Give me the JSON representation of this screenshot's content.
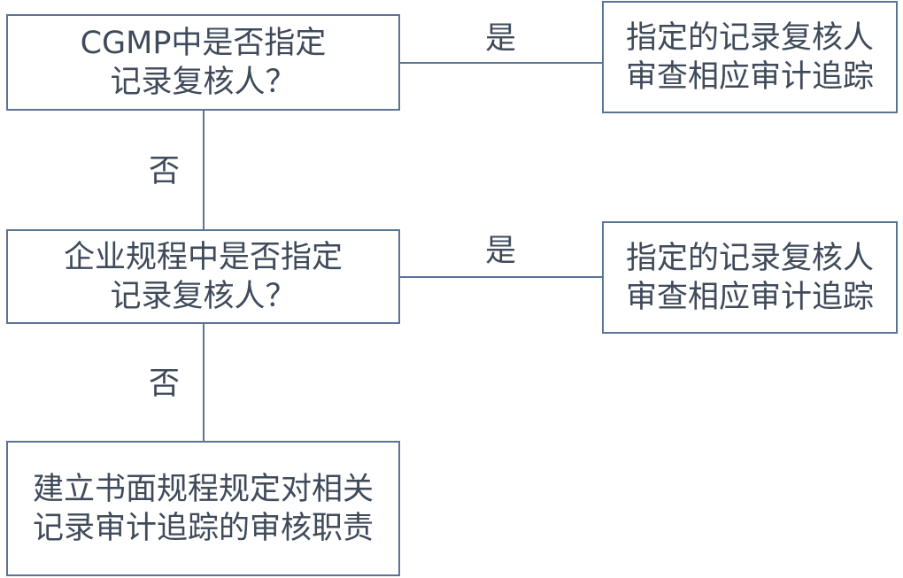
{
  "nodes": {
    "q1": {
      "line1": "CGMP中是否指定",
      "line2": "记录复核人？"
    },
    "r1": {
      "line1": "指定的记录复核人",
      "line2": "审查相应审计追踪"
    },
    "q2": {
      "line1": "企业规程中是否指定",
      "line2": "记录复核人？"
    },
    "r2": {
      "line1": "指定的记录复核人",
      "line2": "审查相应审计追踪"
    },
    "r3": {
      "line1": "建立书面规程规定对相关",
      "line2": "记录审计追踪的审核职责"
    }
  },
  "edges": {
    "q1_yes": "是",
    "q1_no": "否",
    "q2_yes": "是",
    "q2_no": "否"
  },
  "colors": {
    "border": "#5b7394",
    "text": "#3f4a5a"
  }
}
